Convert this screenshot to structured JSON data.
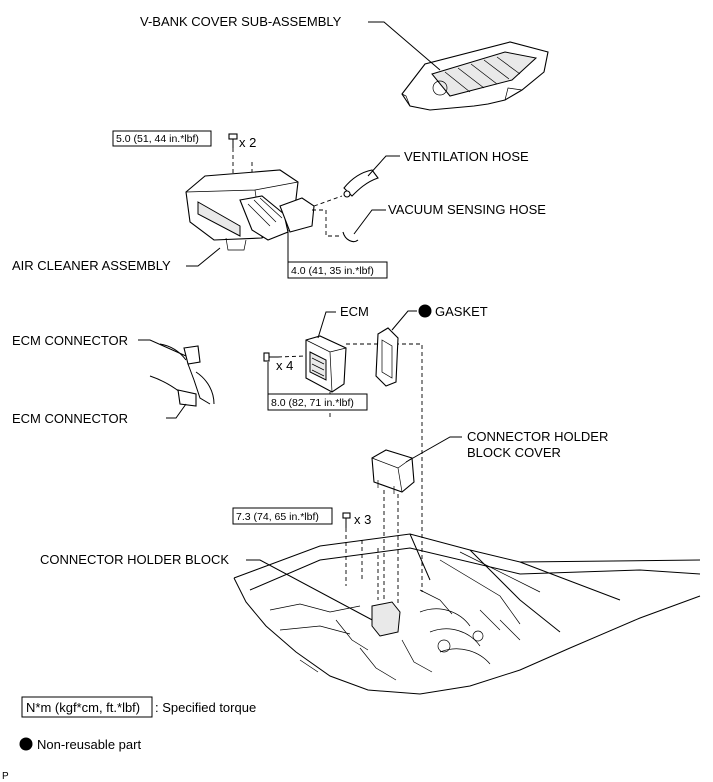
{
  "labels": {
    "vbank_cover": "V-BANK COVER SUB-ASSEMBLY",
    "ventilation_hose": "VENTILATION HOSE",
    "vacuum_sensing_hose": "VACUUM SENSING HOSE",
    "air_cleaner_assembly": "AIR CLEANER ASSEMBLY",
    "ecm": "ECM",
    "gasket": "GASKET",
    "ecm_connector_1": "ECM CONNECTOR",
    "ecm_connector_2": "ECM CONNECTOR",
    "connector_holder_block_cover_1": "CONNECTOR HOLDER",
    "connector_holder_block_cover_2": "BLOCK COVER",
    "connector_holder_block": "CONNECTOR HOLDER BLOCK"
  },
  "torques": {
    "t1": "5.0 (51, 44 in.*lbf)",
    "t2": "4.0 (41, 35 in.*lbf)",
    "t3": "8.0 (82, 71 in.*lbf)",
    "t4": "7.3 (74, 65 in.*lbf)"
  },
  "quantities": {
    "q1": "x 2",
    "q3": "x 4",
    "q4": "x 3"
  },
  "legend": {
    "torque_box": "N*m (kgf*cm, ft.*lbf)",
    "torque_text": ": Specified torque",
    "nonreusable_text": "Non-reusable part"
  },
  "corner_mark": "P",
  "colors": {
    "ink": "#000000",
    "background": "#ffffff"
  }
}
